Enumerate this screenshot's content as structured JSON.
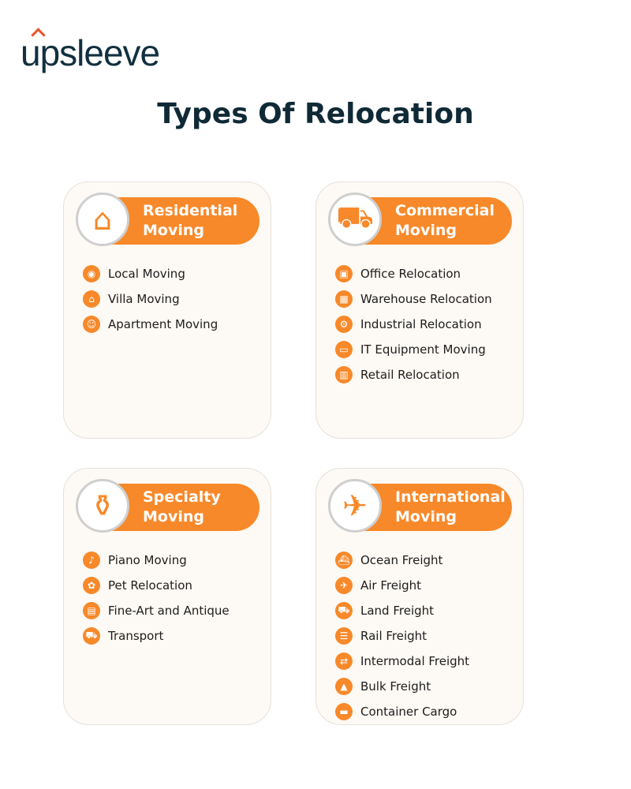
{
  "brand": "upsleeve",
  "title": "Types Of Relocation",
  "cards": [
    {
      "title": "Residential Moving",
      "icon": "⌂",
      "items": [
        {
          "icon": "◉",
          "label": "Local Moving"
        },
        {
          "icon": "⌂",
          "label": "Villa Moving"
        },
        {
          "icon": "☺",
          "label": "Apartment Moving"
        }
      ]
    },
    {
      "title": "Commercial Moving",
      "icon": "⛟",
      "items": [
        {
          "icon": "▣",
          "label": "Office Relocation"
        },
        {
          "icon": "▦",
          "label": "Warehouse Relocation"
        },
        {
          "icon": "⚙",
          "label": "Industrial Relocation"
        },
        {
          "icon": "▭",
          "label": "IT Equipment Moving"
        },
        {
          "icon": "▥",
          "label": "Retail Relocation"
        }
      ]
    },
    {
      "title": "Specialty Moving",
      "icon": "⚱",
      "items": [
        {
          "icon": "♪",
          "label": "Piano Moving"
        },
        {
          "icon": "✿",
          "label": "Pet Relocation"
        },
        {
          "icon": "▤",
          "label": "Fine-Art and Antique"
        },
        {
          "icon": "⛟",
          "label": "Transport"
        }
      ]
    },
    {
      "title": "International Moving",
      "icon": "✈",
      "items": [
        {
          "icon": "⛴",
          "label": "Ocean Freight"
        },
        {
          "icon": "✈",
          "label": "Air Freight"
        },
        {
          "icon": "⛟",
          "label": "Land Freight"
        },
        {
          "icon": "☰",
          "label": "Rail Freight"
        },
        {
          "icon": "⇄",
          "label": "Intermodal Freight"
        },
        {
          "icon": "▲",
          "label": "Bulk Freight"
        },
        {
          "icon": "▬",
          "label": "Container Cargo"
        }
      ]
    }
  ],
  "accent": "#f7892a"
}
